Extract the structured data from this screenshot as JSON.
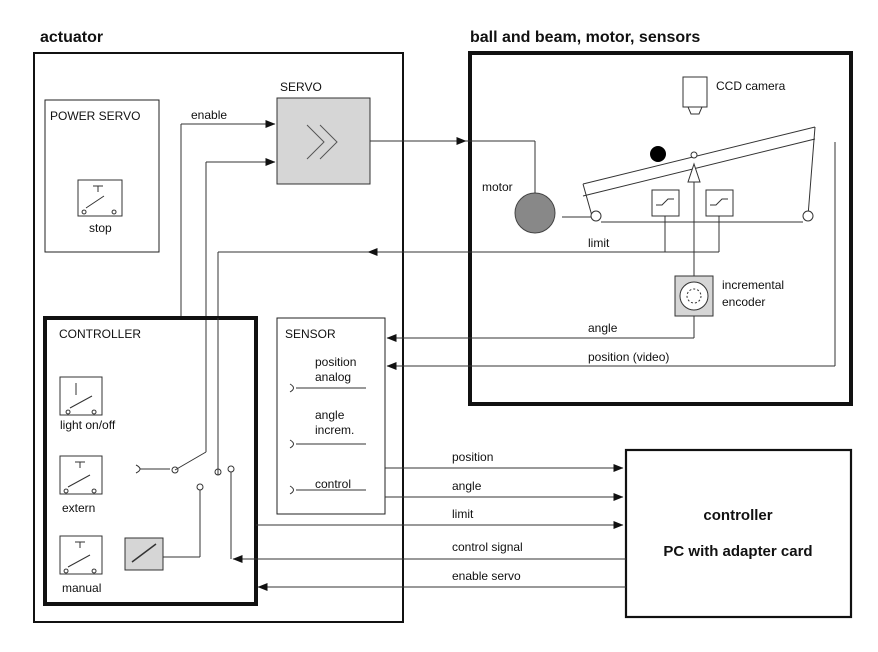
{
  "headings": {
    "actuator": "actuator",
    "ball_beam": "ball and beam, motor, sensors"
  },
  "blocks": {
    "power_servo": "POWER SERVO",
    "stop": "stop",
    "servo": "SERVO",
    "enable": "enable",
    "controller_box": "CONTROLLER",
    "light": "light on/off",
    "extern": "extern",
    "manual": "manual",
    "sensor": "SENSOR",
    "position_analog_1": "position",
    "position_analog_2": "analog",
    "angle_increm_1": "angle",
    "angle_increm_2": "increm.",
    "control": "control",
    "ccd": "CCD camera",
    "motor": "motor",
    "limit": "limit",
    "encoder_1": "incremental",
    "encoder_2": "encoder",
    "angle": "angle",
    "position_video": "position (video)",
    "pc_title": "controller",
    "pc_sub": "PC with adapter card"
  },
  "signals": {
    "position": "position",
    "angle": "angle",
    "limit": "limit",
    "control_signal": "control signal",
    "enable_servo": "enable servo"
  }
}
